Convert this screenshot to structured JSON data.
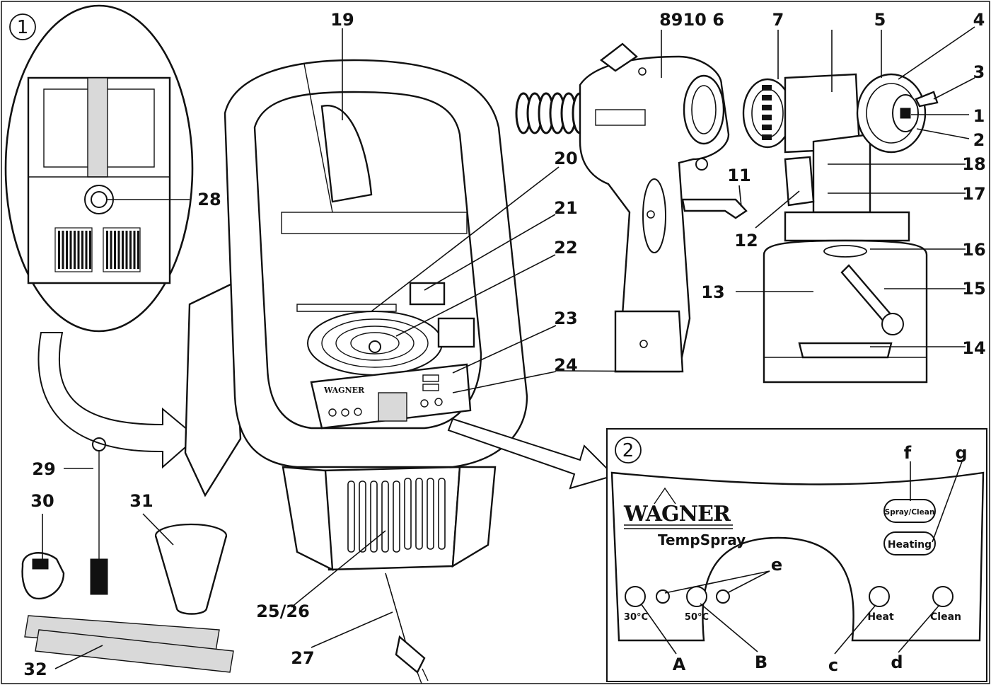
{
  "figure": {
    "panel_numbers": {
      "overview": "1",
      "control_panel": "2"
    },
    "labels": {
      "n1": "1",
      "n2": "2",
      "n3": "3",
      "n4": "4",
      "n5": "5",
      "n891066": "8910 6",
      "n7": "7",
      "n11": "11",
      "n12": "12",
      "n13": "13",
      "n14": "14",
      "n15": "15",
      "n16": "16",
      "n17": "17",
      "n18": "18",
      "n19": "19",
      "n20": "20",
      "n21": "21",
      "n22": "22",
      "n23": "23",
      "n24": "24",
      "n2526": "25/26",
      "n27": "27",
      "n28": "28",
      "n29": "29",
      "n30": "30",
      "n31": "31",
      "n32": "32"
    },
    "control_panel": {
      "brand": "WAGNER",
      "product": "TempSpray",
      "buttons": {
        "spray_clean": "Spray/Clean",
        "heating": "Heating"
      },
      "indicators": {
        "t30": "30°C",
        "t50": "50°C",
        "heat": "Heat",
        "clean": "Clean"
      },
      "letters": {
        "f": "f",
        "g": "g",
        "e": "e",
        "A": "A",
        "B": "B",
        "c": "c",
        "d": "d"
      }
    }
  }
}
